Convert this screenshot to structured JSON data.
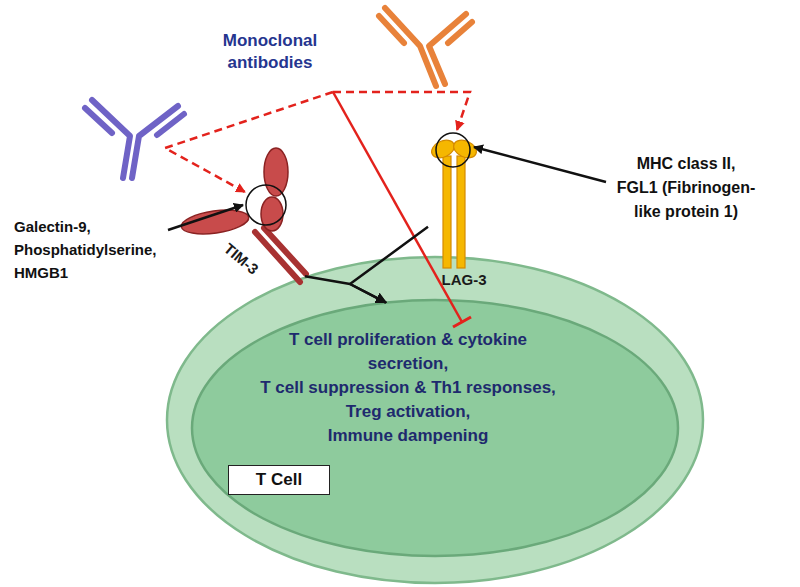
{
  "diagram": {
    "nodes": [
      {
        "text": [
          "T Cell"
        ]
      },
      {
        "text": [
          "T cell proliferation & cytokine secretion,",
          "T cell suppression & Th1 responses,",
          "Treg activation,",
          "Immune dampening"
        ],
        "in": 0
      },
      {
        "text": [
          "TIM-3"
        ]
      },
      {
        "text": [
          "LAG-3"
        ]
      }
    ],
    "edges": [
      {
        "from": 2,
        "to": 1,
        "arrow": "to"
      },
      {
        "from": 3,
        "to": 1,
        "arrow": "to"
      }
    ],
    "labels": [
      "Monoclonal antibodies",
      "Galectin-9, Phosphatidylserine, HMGB1",
      "MHC class II, FGL1 (Fibrinogen-like protein 1)"
    ]
  }
}
